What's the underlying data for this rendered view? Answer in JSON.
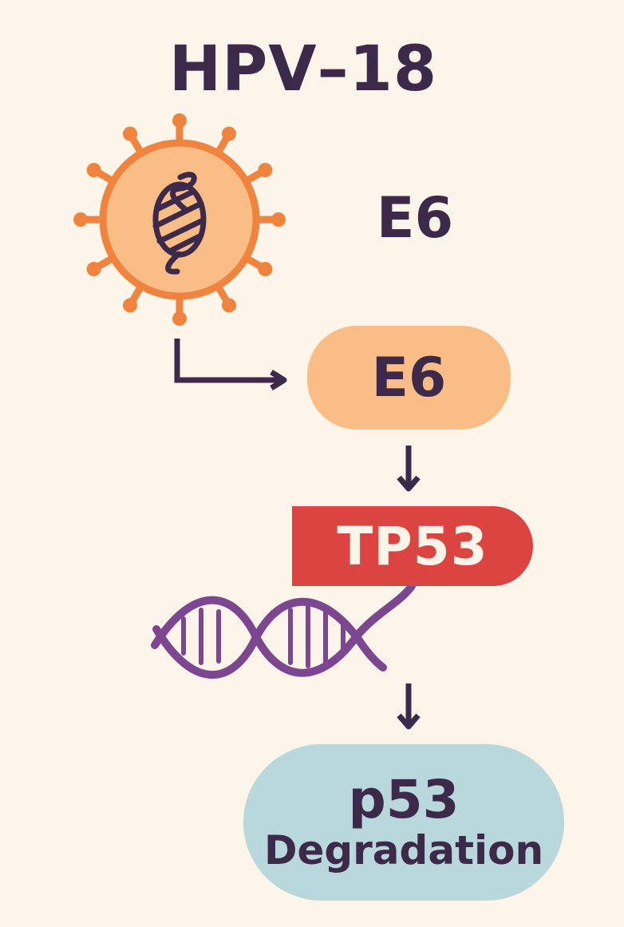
{
  "title": "HPV–18",
  "gene_label": "E6",
  "protein_label": "E6",
  "target_gene": "TP53",
  "outcome": {
    "line1": "p53",
    "line2": "Degradation"
  },
  "colors": {
    "background": "#fdf5ea",
    "text": "#3d2a4a",
    "virus": "#f0843f",
    "virus_fill": "#fbbd86",
    "protein_fill": "#fbbd86",
    "gene_fill": "#dc4441",
    "dna": "#7d4690",
    "outcome_fill": "#b8d8dc"
  },
  "icons": [
    "virus-icon",
    "viral-dna-icon",
    "dna-helix-icon",
    "elbow-arrow-icon",
    "down-arrow-icon"
  ]
}
